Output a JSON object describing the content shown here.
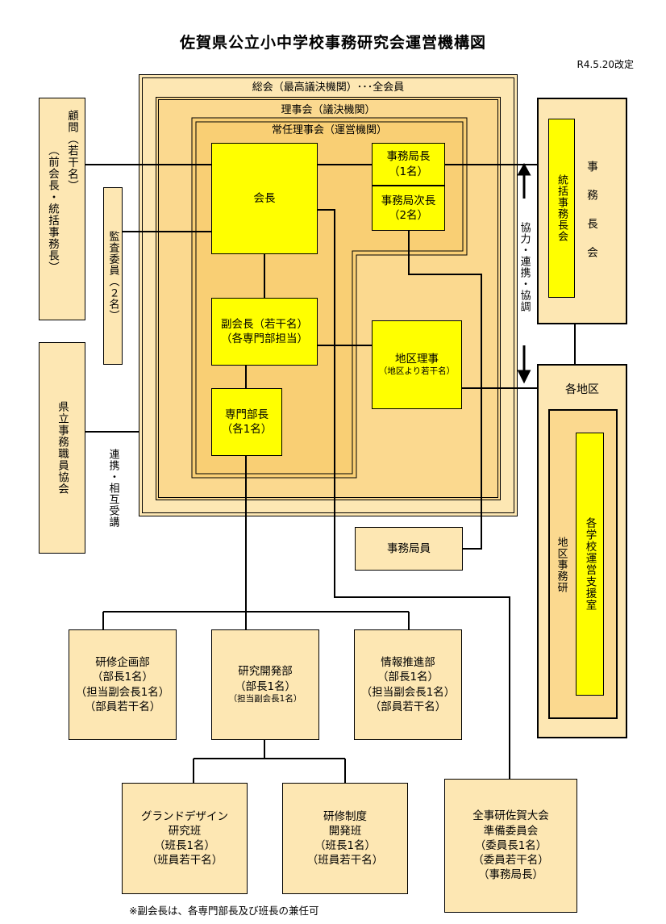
{
  "title": "佐賀県公立小中学校事務研究会運営機構図",
  "revision": "R4.5.20改定",
  "general_assembly": "総会（最高議決機関）･･･全会員",
  "board": "理事会（議決機関）",
  "standing_board": "常任理事会（運営機関）",
  "president": "会長",
  "secretary_general": [
    "事務局長",
    "（1名）"
  ],
  "deputy_secretary": [
    "事務局次長",
    "（2名）"
  ],
  "vice_president": [
    "副会長（若干名）",
    "（各専門部担当）"
  ],
  "district_director": [
    "地区理事",
    "（地区より若干名）"
  ],
  "dept_head": [
    "専門部長",
    "（各1名）"
  ],
  "advisor": "顧問（若干名）（前会長・統括事務長）",
  "advisor_main": "顧問",
  "advisor_paren": "（若干名）",
  "advisor_sub": "（前会長・統括事務長）",
  "auditor": "監査委員（２名）",
  "prefectural_assoc": "県立事務職員協会",
  "cooperation_left": "連携・相互受講",
  "cooperation_right_label": "協力・連携・協調",
  "office_staff": "事務局員",
  "jimucho_kai": "事務長会",
  "tokatsu_jimucho_kai": "統括事務長会",
  "districts": "各地区",
  "district_research": "地区事務研",
  "support_office": "各学校運営支援室",
  "dept_training": [
    "研修企画部",
    "（部長1名）",
    "（担当副会長1名）",
    "（部員若干名）"
  ],
  "dept_research": [
    "研究開発部",
    "（部長1名）",
    "（担当副会長1名）"
  ],
  "dept_info": [
    "情報推進部",
    "（部長1名）",
    "（担当副会長1名）",
    "（部員若干名）"
  ],
  "team_grand": [
    "グランドデザイン",
    "研究班",
    "（班長1名）",
    "（班員若干名）"
  ],
  "team_training": [
    "研修制度",
    "開発班",
    "（班長1名）",
    "（班員若干名）"
  ],
  "national_committee": [
    "全事研佐賀大会",
    "準備委員会",
    "（委員長1名）",
    "（委員若干名）",
    "（事務局長）"
  ],
  "footnote": "※副会長は、各専門部長及び班長の兼任可"
}
